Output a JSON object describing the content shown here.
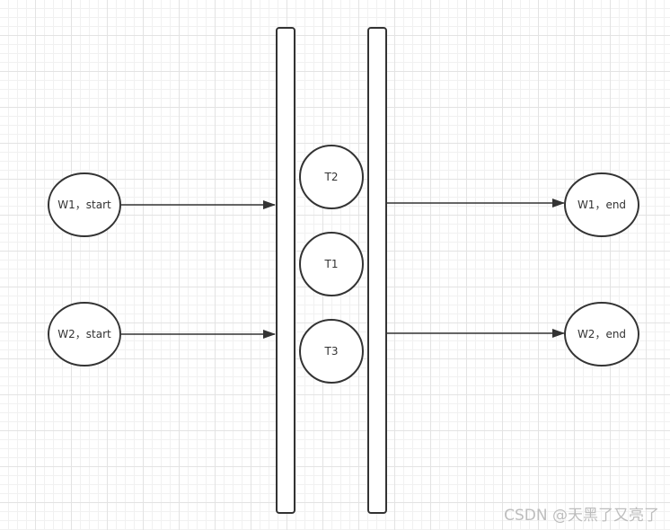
{
  "nodes": {
    "w1_start": "W1，start",
    "w2_start": "W2，start",
    "t2": "T2",
    "t1": "T1",
    "t3": "T3",
    "w1_end": "W1，end",
    "w2_end": "W2，end"
  },
  "watermark": "CSDN @天黑了又亮了",
  "colors": {
    "stroke": "#333333",
    "node_fill": "#ffffff",
    "text": "#333333",
    "grid": "#e3e3e3"
  }
}
